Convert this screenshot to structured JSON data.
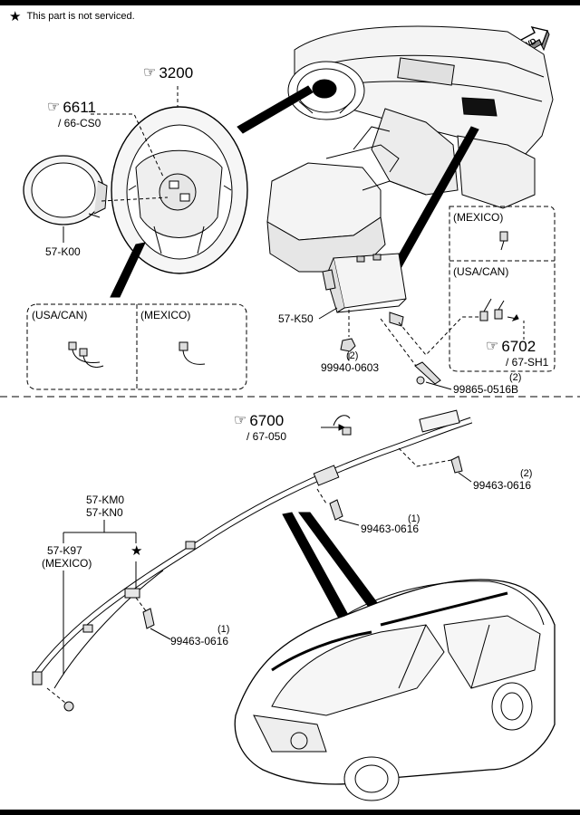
{
  "legend": {
    "symbol": "★",
    "text": "This part is not serviced."
  },
  "direction_label": "FWD",
  "references": {
    "steering_wheel": {
      "code": "3200"
    },
    "horn_pad": {
      "code": "6611",
      "sub": "/ 66-CS0"
    },
    "passenger_connector": {
      "code": "6702",
      "sub": "/ 67-SH1"
    },
    "curtain_connector": {
      "code": "6700",
      "sub": "/ 67-050"
    }
  },
  "parts": {
    "driver_airbag": "57-K00",
    "passenger_airbag": "57-K50",
    "nut": {
      "number": "99940-0603",
      "qty": "(2)"
    },
    "passenger_bolt": {
      "number": "99865-0516B",
      "qty": "(2)"
    },
    "curtain_bolt_right": {
      "number": "99463-0616",
      "qty": "(2)"
    },
    "curtain_bolt_mid": {
      "number": "99463-0616",
      "qty": "(1)"
    },
    "curtain_bolt_left": {
      "number": "99463-0616",
      "qty": "(1)"
    },
    "curtain_a": "57-KM0",
    "curtain_b": "57-KN0",
    "curtain_mexico": "57-K97",
    "curtain_mexico_note": "(MEXICO)",
    "curtain_star": "★"
  },
  "variant_boxes": {
    "driver_usa": "(USA/CAN)",
    "driver_mexico": "(MEXICO)",
    "passenger_mexico": "(MEXICO)",
    "passenger_usa": "(USA/CAN)"
  }
}
